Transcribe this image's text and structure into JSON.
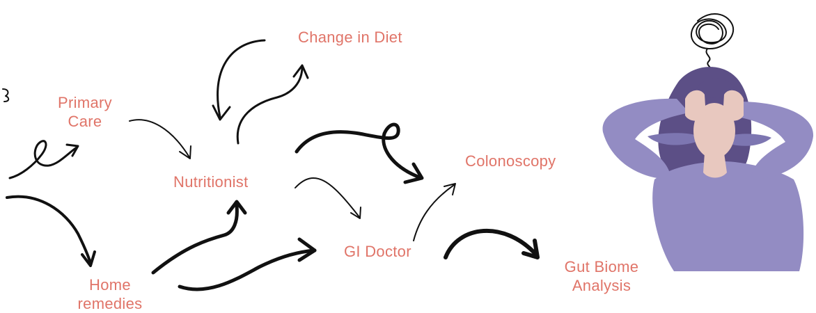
{
  "label_color": "#e07468",
  "arrow_color": "#111111",
  "nodes": {
    "change_in_diet": "Change in Diet",
    "primary_care": {
      "line1": "Primary",
      "line2": "Care"
    },
    "nutritionist": "Nutritionist",
    "colonoscopy": "Colonoscopy",
    "gi_doctor": "GI Doctor",
    "home_remedies": {
      "line1": "Home",
      "line2": "remedies"
    },
    "gut_biome_analysis": {
      "line1": "Gut Biome",
      "line2": "Analysis"
    }
  },
  "illustration": {
    "skin_color": "#e8c8bf",
    "hair_color": "#5c4f86",
    "shirt_color": "#938cc3",
    "shirt_shadow": "#7d76b1"
  },
  "icons": [
    "scribble-icon",
    "stressed-person-illustration"
  ]
}
